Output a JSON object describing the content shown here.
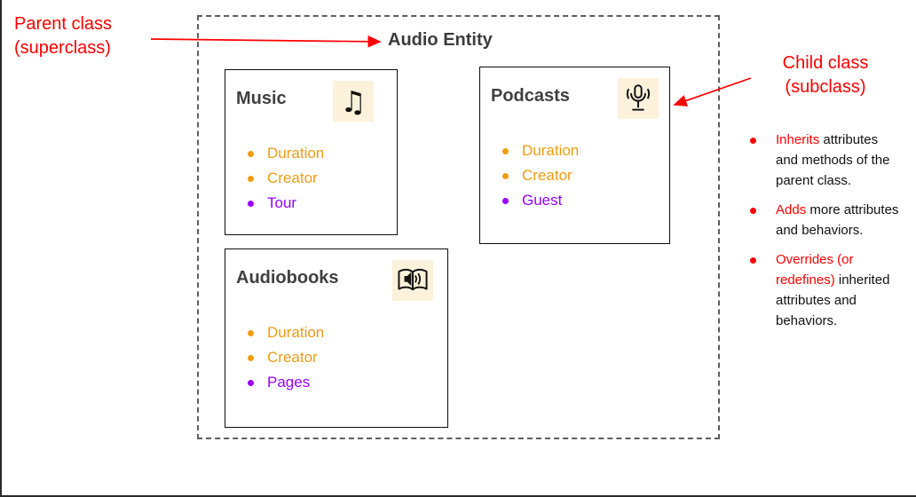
{
  "diagram": {
    "title": "Audio Entity",
    "classes": [
      {
        "name": "Music",
        "icon": "music-note-icon",
        "attributes": [
          {
            "label": "Duration",
            "color": "#EE9C13"
          },
          {
            "label": "Creator",
            "color": "#EE9C13"
          },
          {
            "label": "Tour",
            "color": "#9900FF"
          }
        ]
      },
      {
        "name": "Podcasts",
        "icon": "microphone-icon",
        "attributes": [
          {
            "label": "Duration",
            "color": "#EE9C13"
          },
          {
            "label": "Creator",
            "color": "#EE9C13"
          },
          {
            "label": "Guest",
            "color": "#9900FF"
          }
        ]
      },
      {
        "name": "Audiobooks",
        "icon": "audiobook-icon",
        "attributes": [
          {
            "label": "Duration",
            "color": "#EE9C13"
          },
          {
            "label": "Creator",
            "color": "#EE9C13"
          },
          {
            "label": "Pages",
            "color": "#9900FF"
          }
        ]
      }
    ]
  },
  "icons": {
    "music_glyph": "♫"
  },
  "annotations": {
    "parent": {
      "line1": "Parent class",
      "line2": "(superclass)"
    },
    "child": {
      "line1": "Child class",
      "line2": "(subclass)"
    },
    "notes": [
      {
        "highlight": "Inherits",
        "rest": " attributes and methods of the parent class."
      },
      {
        "highlight": "Adds",
        "rest": " more attributes and behaviors."
      },
      {
        "highlight": "Overrides (or redefines)",
        "rest": " inherited attributes and behaviors."
      }
    ]
  },
  "colors": {
    "orange": "#EE9C13",
    "purple": "#9900FF",
    "red": "#FE0000",
    "title_gray": "#404040"
  }
}
